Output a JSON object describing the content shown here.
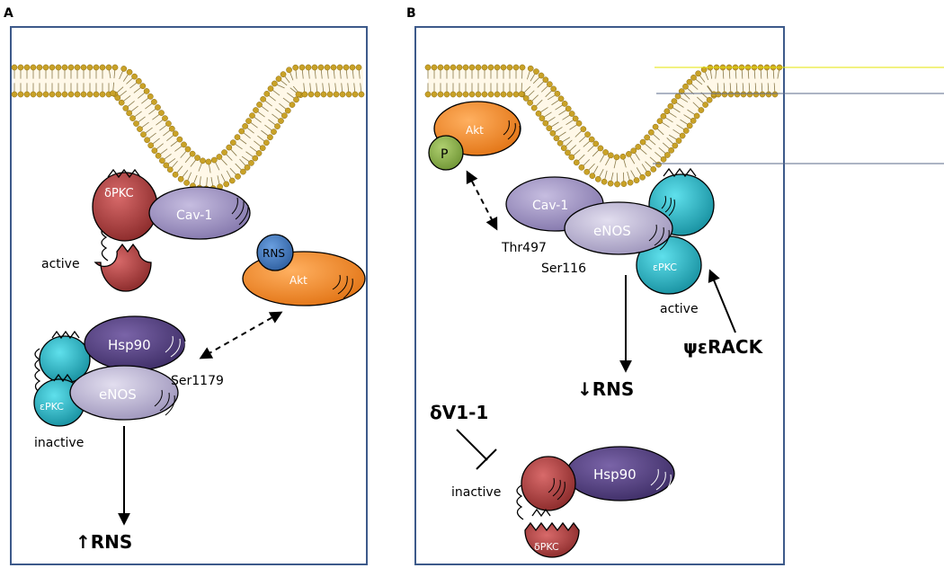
{
  "panel_a": {
    "letter": "A",
    "labels": {
      "dpkc": "δPKC",
      "cav1": "Cav-1",
      "active": "active",
      "rns": "RNS",
      "akt": "Akt",
      "hsp90": "Hsp90",
      "enos": "eNOS",
      "ser1179": "Ser1179",
      "epkc": "εPKC",
      "inactive": "inactive",
      "result": "↑RNS"
    }
  },
  "panel_b": {
    "letter": "B",
    "labels": {
      "akt": "Akt",
      "p": "P",
      "cav1": "Cav-1",
      "enos": "eNOS",
      "thr497": "Thr497",
      "ser116": "Ser116",
      "epkc": "εPKC",
      "active": "active",
      "ps_rack": "ψεRACK",
      "result": "↓RNS",
      "dv1": "δV1-1",
      "inactive": "inactive",
      "hsp90": "Hsp90",
      "dpkc": "δPKC"
    }
  },
  "colors": {
    "frame": "#3d5a8a",
    "membrane_head": "#c9a227",
    "membrane_tail": "#8a7a4a",
    "dpkc": "#a83a3a",
    "cav1": "#9b8fbf",
    "akt": "#f08c28",
    "rns_ball": "#3a6fb5",
    "hsp90": "#4e3a7a",
    "enos": "#b7b0cc",
    "epkc": "#26b0c0",
    "p_ball": "#88b04b",
    "yellow_line": "#e6e600",
    "grey_line": "#5a6a8a"
  }
}
